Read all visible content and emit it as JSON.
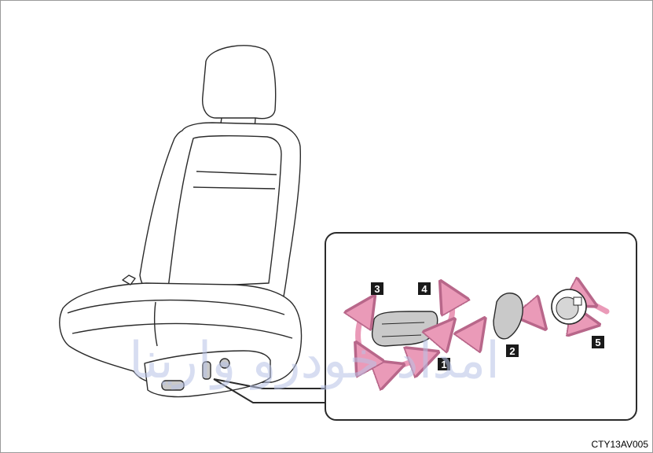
{
  "image_code": "CTY13AV005",
  "callouts": [
    "1",
    "2",
    "3",
    "4",
    "5"
  ],
  "watermark": "امداد خودرو وارینا",
  "colors": {
    "arrow": "#ea9ab8",
    "arrow_edge": "#b8678a",
    "badge": "#1a1a1a",
    "badge_text": "#ffffff",
    "switch_fill": "#c9c9c9",
    "line": "#2a2a2a",
    "watermark": "#b8c3e6"
  },
  "icons": [
    "seat-illustration",
    "slide-arrow",
    "recline-arrow",
    "vertical-arrow",
    "tilt-arrow",
    "lumbar-arrow"
  ]
}
